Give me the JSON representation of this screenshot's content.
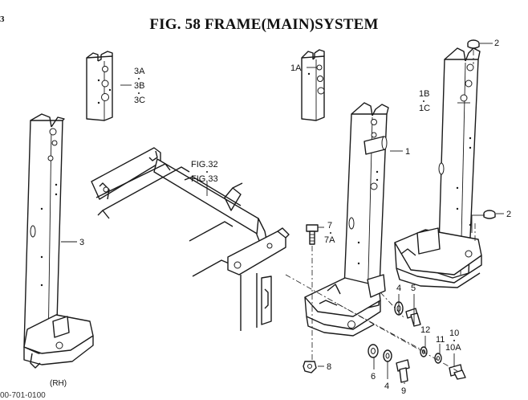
{
  "figure": {
    "title": "FIG. 58  FRAME(MAIN)SYSTEM",
    "corner_mark": "3",
    "footer_code": "00-701-0100"
  },
  "callouts": {
    "c3A": "3A",
    "c3B": "3B",
    "c3C": "3C",
    "c1A": "1A",
    "c2a": "2",
    "c2b": "2",
    "c1B": "1B",
    "c1C": "1C",
    "c1": "1",
    "fig32": "FIG.32",
    "fig33": "FIG.33",
    "c3": "3",
    "c7": "7",
    "c7A": "7A",
    "c4a": "4",
    "c5": "5",
    "c12": "12",
    "c10": "10",
    "c10A": "10A",
    "c11": "11",
    "c8": "8",
    "c6": "6",
    "c4b": "4",
    "c9": "9",
    "rh": "(RH)"
  }
}
